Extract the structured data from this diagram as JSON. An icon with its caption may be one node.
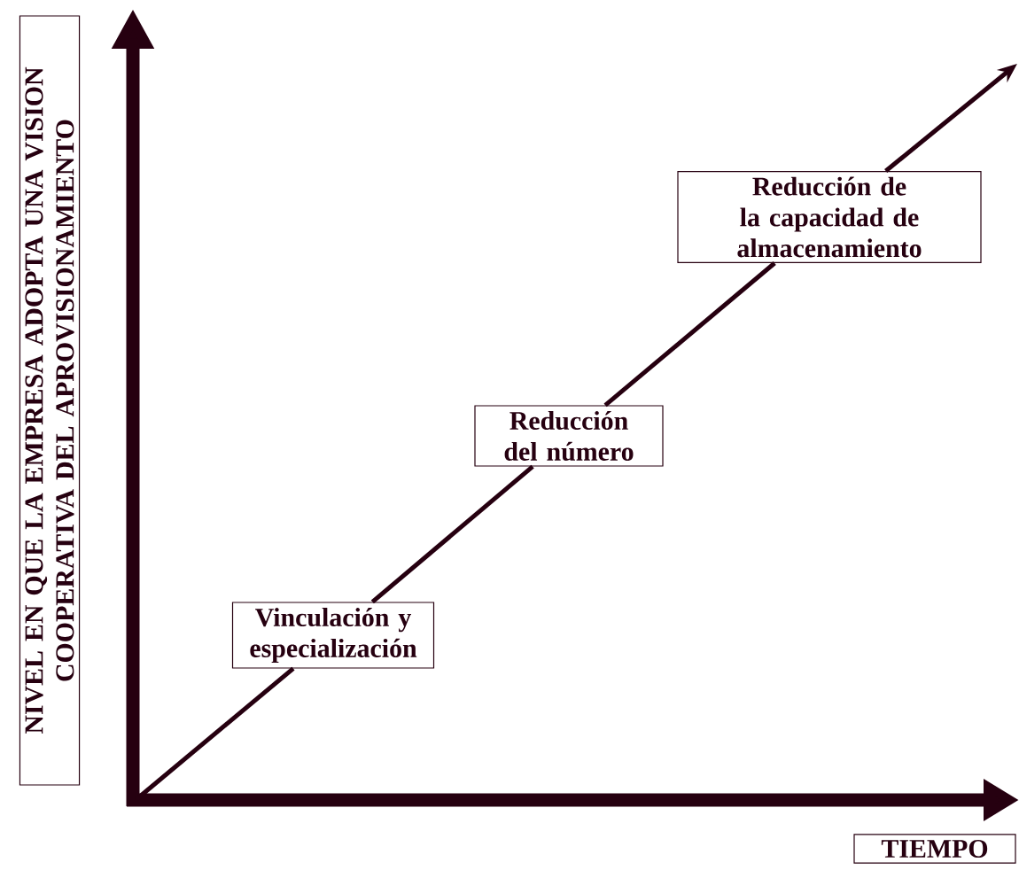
{
  "diagram": {
    "nodes": [
      {
        "text": [
          "NIVEL EN QUE LA EMPRESA ADOPTA UNA VISION COOPERATIVA DEL APROVISIONAMIENTO"
        ]
      },
      {
        "text": [
          "Vinculación y especialización"
        ]
      },
      {
        "text": [
          "Reducción del número"
        ]
      },
      {
        "text": [
          "Reducción de la capacidad de almacenamiento"
        ]
      },
      {
        "text": [
          "TIEMPO"
        ]
      }
    ],
    "edges": [
      {
        "from": null,
        "to": 1,
        "arrow": "none"
      },
      {
        "from": 1,
        "to": 2,
        "arrow": "none"
      },
      {
        "from": 2,
        "to": 3,
        "arrow": "none"
      },
      {
        "from": 3,
        "to": null,
        "arrow": "to"
      }
    ]
  }
}
